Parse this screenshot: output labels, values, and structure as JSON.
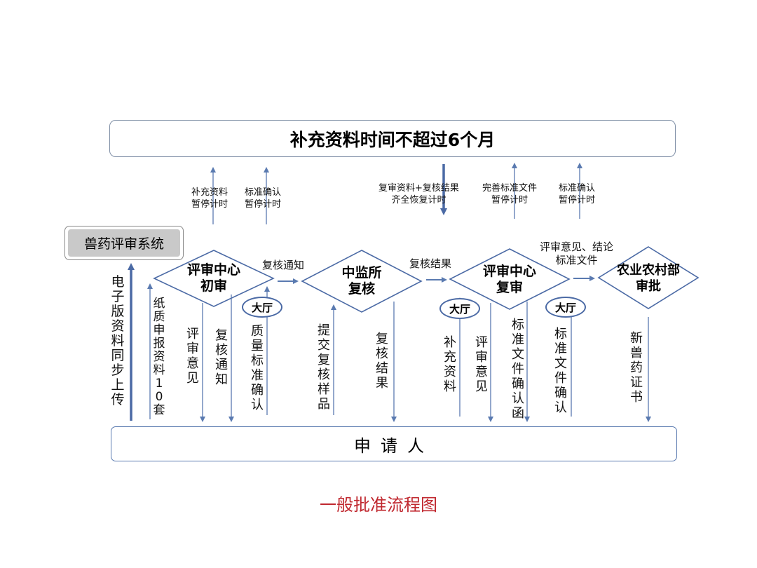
{
  "top_box": "补充资料时间不超过6个月",
  "bottom_box": "申请人",
  "system_label": "兽药评审系统",
  "caption": "一般批准流程图",
  "nodes": {
    "initial_review": "评审中心\n初审",
    "supervision_recheck": "中监所\n复核",
    "second_review": "评审中心\n复审",
    "ministry_approval": "农业农村部\n审批"
  },
  "hall_label": "大厅",
  "edge_labels": {
    "recheck_notice": "复核通知",
    "recheck_result": "复核结果",
    "opinion_conclusion": "评审意见、结论\n标准文件"
  },
  "top_labels": {
    "supplement_pause": "补充资料\n暂停计时",
    "standard_confirm_pause": "标准确认\n暂停计时",
    "resume_timing": "复审资料+复核结果\n齐全恢复计时",
    "improve_standard_pause": "完善标准文件\n暂停计时",
    "standard_confirm_pause_2": "标准确认\n暂停计时"
  },
  "vertical_labels": {
    "electronic_sync": "电子版资料同步上传",
    "paper_submission": "纸质申报资料10套",
    "review_opinion_1": "评审意见",
    "recheck_notice_down": "复核通知",
    "quality_standard_confirm": "质量标准确认",
    "submit_samples": "提交复核样品",
    "recheck_result_down": "复核结果",
    "supplement_materials": "补充资料",
    "review_opinion_2": "评审意见",
    "standard_confirm_letter": "标准文件确认函",
    "standard_confirm": "标准文件确认",
    "new_drug_certificate": "新兽药证书"
  },
  "colors": {
    "arrow": "#5a7ab0",
    "node_border": "#4b6aa5",
    "caption": "#c0282f"
  }
}
